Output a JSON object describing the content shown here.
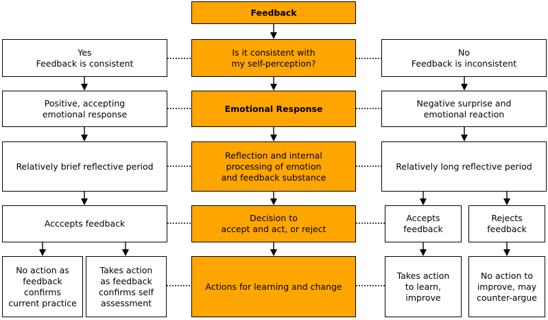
{
  "colors": {
    "center_fill": "#ffa500",
    "side_fill": "#ffffff",
    "stroke": "#000000"
  },
  "center": {
    "feedback": "Feedback",
    "consistent_question": "Is it consistent with\nmy self-perception?",
    "emotional_response": "Emotional Response",
    "reflection": "Reflection and internal\nprocessing of emotion\nand feedback substance",
    "decision": "Decision to\naccept and act, or reject",
    "actions": "Actions for learning and change"
  },
  "left": {
    "yes_consistent": "Yes\nFeedback is consistent",
    "positive_response": "Positive, accepting\nemotional response",
    "brief_reflection": "Relatively brief reflective period",
    "accepts_feedback": "Acccepts feedback",
    "no_action": "No action as\nfeedback\nconfirms\ncurrent practice",
    "takes_action": "Takes action\nas feedback\nconfirms self\nassessment"
  },
  "right": {
    "no_inconsistent": "No\nFeedback is inconsistent",
    "negative_surprise": "Negative surprise and\nemotional reaction",
    "long_reflection": "Relatively long reflective period",
    "accepts_feedback": "Accepts\nfeedback",
    "rejects_feedback": "Rejects\nfeedback",
    "takes_action_learn": "Takes action\nto learn,\nimprove",
    "no_action_improve": "No action to\nimprove, may\ncounter-argue"
  }
}
